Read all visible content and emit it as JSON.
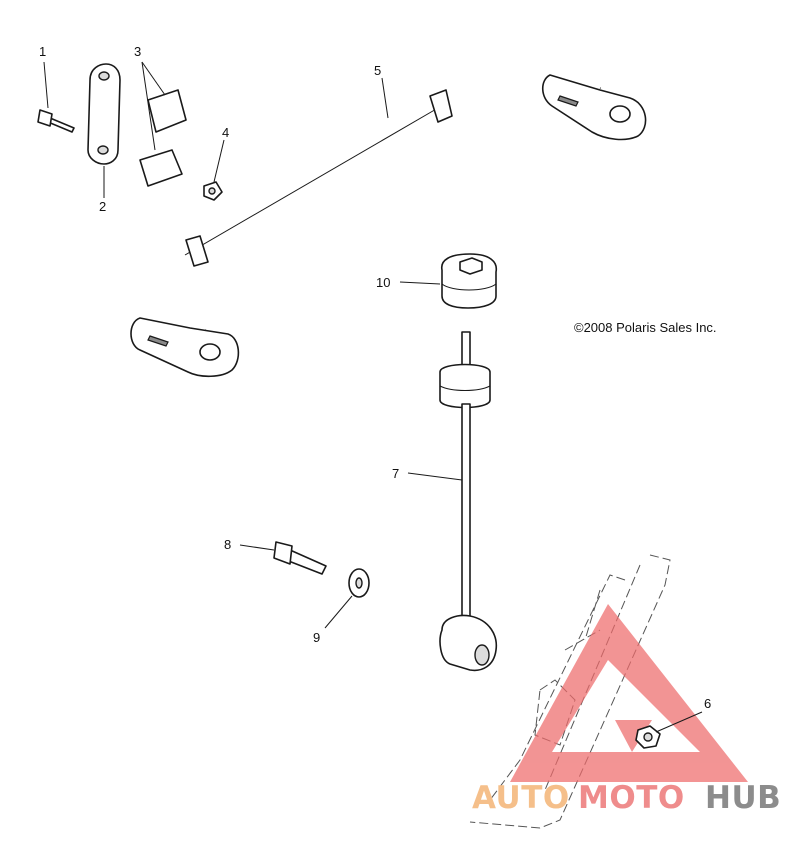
{
  "diagram": {
    "callouts": [
      {
        "id": "c1",
        "label": "1"
      },
      {
        "id": "c2",
        "label": "2"
      },
      {
        "id": "c3",
        "label": "3"
      },
      {
        "id": "c4",
        "label": "4"
      },
      {
        "id": "c5",
        "label": "5"
      },
      {
        "id": "c6",
        "label": "6"
      },
      {
        "id": "c7",
        "label": "7"
      },
      {
        "id": "c8",
        "label": "8"
      },
      {
        "id": "c9",
        "label": "9"
      },
      {
        "id": "c10",
        "label": "10"
      }
    ],
    "copyright": "©2008 Polaris Sales Inc."
  },
  "watermark": {
    "part1": "AUTO",
    "part2": "MOTO",
    "part3": "HUB",
    "colors": {
      "orange": "#f5bf8a",
      "red": "#ef8c8c",
      "gray": "#8c8c8c",
      "triangle": "#ee6b6b"
    }
  }
}
